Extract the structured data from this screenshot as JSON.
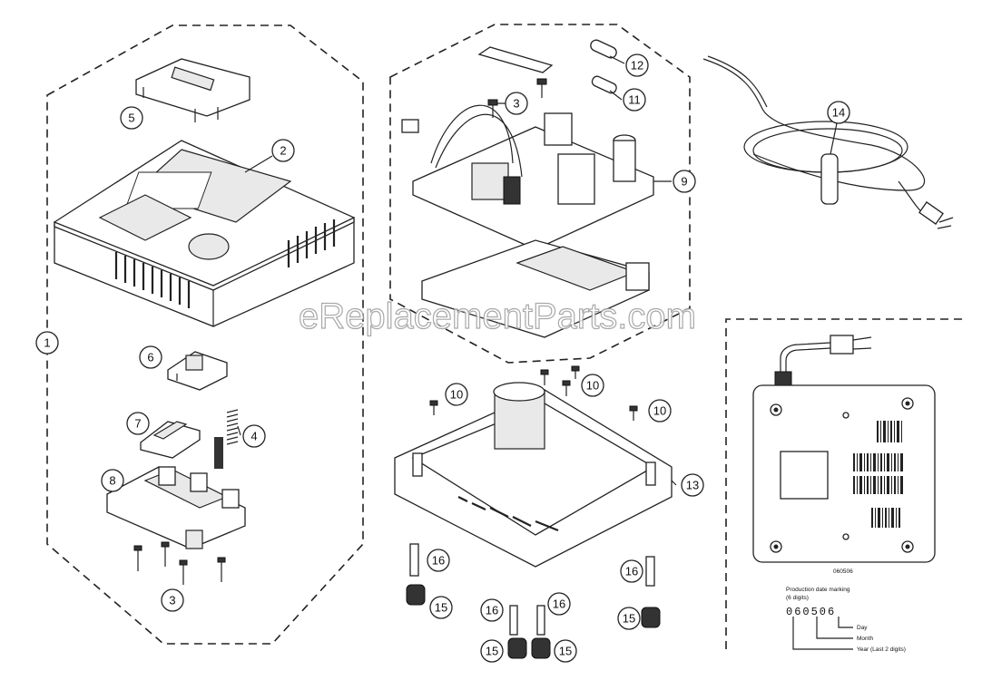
{
  "watermark": "eReplacementParts.com",
  "callouts": [
    "1",
    "2",
    "3",
    "4",
    "5",
    "6",
    "7",
    "8",
    "9",
    "10",
    "11",
    "12",
    "13",
    "14",
    "15",
    "16"
  ],
  "production_label": {
    "serial_small": "060506",
    "title_line1": "Production date marking",
    "title_line2": "(6 digits)",
    "code": "060506",
    "day": "Day",
    "month": "Month",
    "year": "Year (Last 2 digits)"
  }
}
